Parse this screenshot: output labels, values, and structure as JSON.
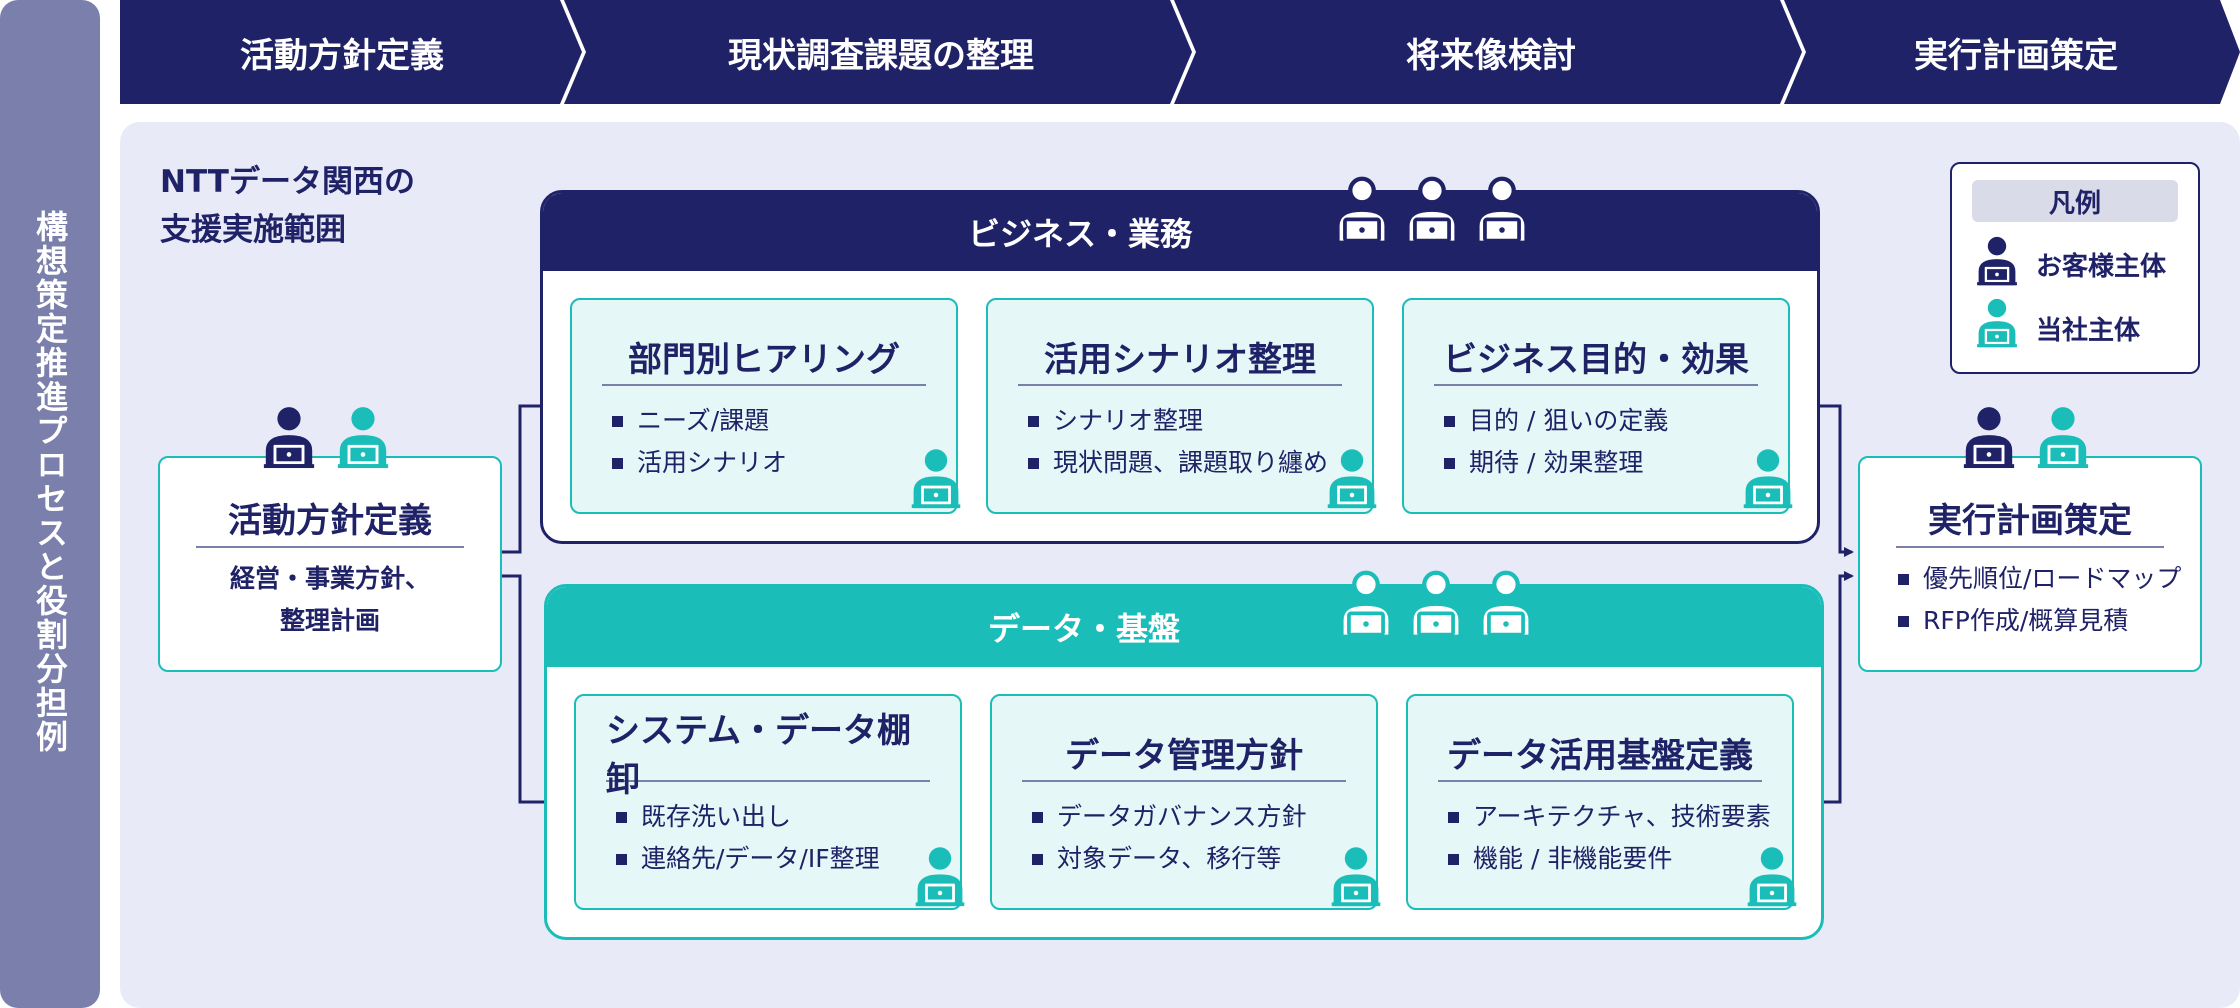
{
  "sidebar_label": "構想策定推進プロセスと役割分担例",
  "phases": [
    "活動方針定義",
    "現状調査課題の整理",
    "将来像検討",
    "実行計画策定"
  ],
  "scope_title": [
    "NTTデータ関西の",
    "支援実施範囲"
  ],
  "legend": {
    "title": "凡例",
    "customer": "お客様主体",
    "company": "当社主体"
  },
  "left_box": {
    "title": "活動方針定義",
    "desc": [
      "経営・事業方針、",
      "整理計画"
    ]
  },
  "right_box": {
    "title": "実行計画策定",
    "items": [
      "優先順位/ロードマップ",
      "RFP作成/概算見積"
    ]
  },
  "groups": {
    "business": {
      "title": "ビジネス・業務",
      "cards": [
        {
          "title": "部門別ヒアリング",
          "items": [
            "ニーズ/課題",
            "活用シナリオ"
          ]
        },
        {
          "title": "活用シナリオ整理",
          "items": [
            "シナリオ整理",
            "現状問題、課題取り纏め"
          ]
        },
        {
          "title": "ビジネス目的・効果",
          "items": [
            "目的 / 狙いの定義",
            "期待 / 効果整理"
          ]
        }
      ]
    },
    "data": {
      "title": "データ・基盤",
      "cards": [
        {
          "title": "システム・データ棚卸",
          "items": [
            "既存洗い出し",
            "連絡先/データ/IF整理"
          ]
        },
        {
          "title": "データ管理方針",
          "items": [
            "データガバナンス方針",
            "対象データ、移行等"
          ]
        },
        {
          "title": "データ活用基盤定義",
          "items": [
            "アーキテクチャ、技術要素",
            "機能 / 非機能要件"
          ]
        }
      ]
    }
  },
  "colors": {
    "navy": "#1f2266",
    "teal": "#1bbdb8",
    "sidebar": "#7b7fab",
    "panel": "#e8eaf8",
    "card": "#e6f7f7"
  },
  "icons": {
    "customer": "person-laptop-navy-icon",
    "company": "person-laptop-teal-icon",
    "group": "person-laptop-outline-icon"
  }
}
